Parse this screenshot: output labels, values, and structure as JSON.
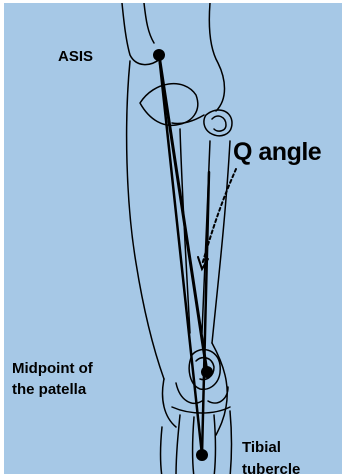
{
  "labels": {
    "asis": "ASIS",
    "q_angle": "Q angle",
    "midpoint_line1": "Midpoint of",
    "midpoint_line2": "the patella",
    "tibial_line1": "Tibial",
    "tibial_line2": "tubercle"
  },
  "colors": {
    "background": "#a6c8e6",
    "ink": "#000000"
  }
}
